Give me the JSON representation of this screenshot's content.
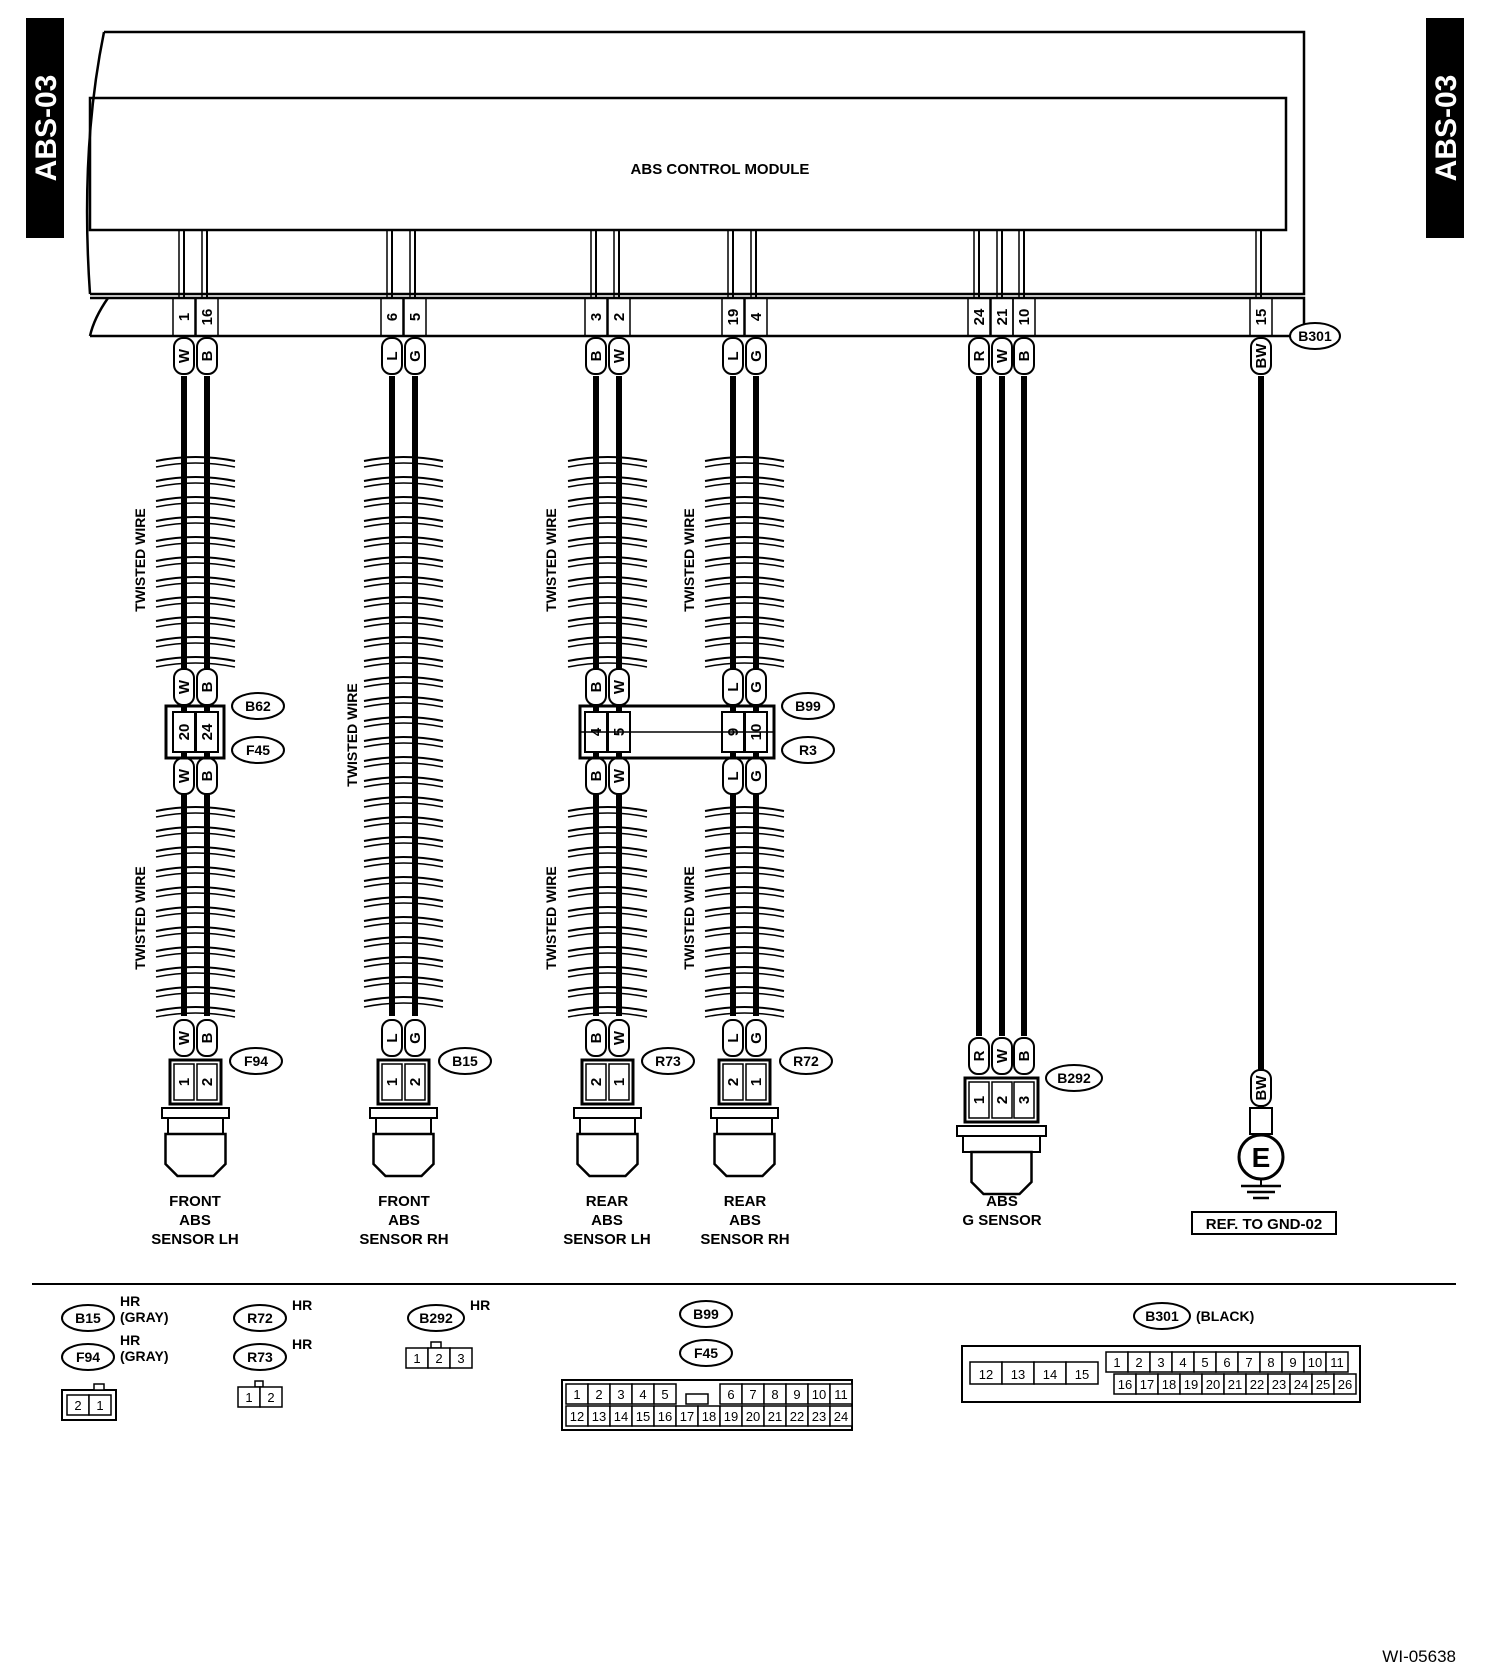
{
  "page_tab": "ABS-03",
  "module": {
    "title": "ABS CONTROL MODULE",
    "connector": "B301"
  },
  "twisted_label": "TWISTED WIRE",
  "harnesses": [
    {
      "id": "front-lh",
      "pins": [
        "1",
        "16"
      ],
      "colors": [
        "W",
        "B"
      ],
      "inline": {
        "connectors": [
          "B62",
          "F45"
        ],
        "pins": [
          "20",
          "24"
        ]
      },
      "sensor_connector": "F94",
      "sensor_pins": [
        "1",
        "2"
      ],
      "label": [
        "FRONT",
        "ABS",
        "SENSOR LH"
      ]
    },
    {
      "id": "front-rh",
      "pins": [
        "6",
        "5"
      ],
      "colors": [
        "L",
        "G"
      ],
      "sensor_connector": "B15",
      "sensor_pins": [
        "1",
        "2"
      ],
      "label": [
        "FRONT",
        "ABS",
        "SENSOR RH"
      ]
    },
    {
      "id": "rear-lh",
      "pins": [
        "3",
        "2"
      ],
      "colors": [
        "B",
        "W"
      ],
      "inline": {
        "connectors": [
          "B99",
          "R3"
        ],
        "pins": [
          "4",
          "5"
        ]
      },
      "sensor_connector": "R73",
      "sensor_pins": [
        "2",
        "1"
      ],
      "label": [
        "REAR",
        "ABS",
        "SENSOR LH"
      ]
    },
    {
      "id": "rear-rh",
      "pins": [
        "19",
        "4"
      ],
      "colors": [
        "L",
        "G"
      ],
      "inline": {
        "pins": [
          "9",
          "10"
        ]
      },
      "sensor_connector": "R72",
      "sensor_pins": [
        "2",
        "1"
      ],
      "label": [
        "REAR",
        "ABS",
        "SENSOR RH"
      ]
    },
    {
      "id": "g-sensor",
      "pins": [
        "24",
        "21",
        "10"
      ],
      "colors": [
        "R",
        "W",
        "B"
      ],
      "sensor_connector": "B292",
      "sensor_pins": [
        "1",
        "2",
        "3"
      ],
      "label": [
        "ABS",
        "G SENSOR"
      ]
    },
    {
      "id": "ground",
      "pins": [
        "15"
      ],
      "colors": [
        "BW"
      ],
      "ground_symbol": "E",
      "ref": "REF. TO GND-02"
    }
  ],
  "legend": {
    "b15": {
      "name": "B15",
      "hr": "HR",
      "color": "(GRAY)"
    },
    "f94": {
      "name": "F94",
      "hr": "HR",
      "color": "(GRAY)",
      "cells": [
        "2",
        "1"
      ]
    },
    "r72": {
      "name": "R72",
      "hr": "HR"
    },
    "r73": {
      "name": "R73",
      "hr": "HR",
      "cells": [
        "1",
        "2"
      ]
    },
    "b292": {
      "name": "B292",
      "hr": "HR",
      "cells": [
        "1",
        "2",
        "3"
      ]
    },
    "b99": {
      "name": "B99"
    },
    "f45": {
      "name": "F45",
      "row1": [
        "1",
        "2",
        "3",
        "4",
        "5",
        "6",
        "7",
        "8",
        "9",
        "10",
        "11"
      ],
      "row2": [
        "12",
        "13",
        "14",
        "15",
        "16",
        "17",
        "18",
        "19",
        "20",
        "21",
        "22",
        "23",
        "24"
      ]
    },
    "b301": {
      "name": "B301",
      "color": "(BLACK)",
      "left": [
        "12",
        "13",
        "14",
        "15"
      ],
      "row1": [
        "1",
        "2",
        "3",
        "4",
        "5",
        "6",
        "7",
        "8",
        "9",
        "10",
        "11"
      ],
      "row2": [
        "16",
        "17",
        "18",
        "19",
        "20",
        "21",
        "22",
        "23",
        "24",
        "25",
        "26"
      ]
    }
  },
  "figure_code": "WI-05638"
}
